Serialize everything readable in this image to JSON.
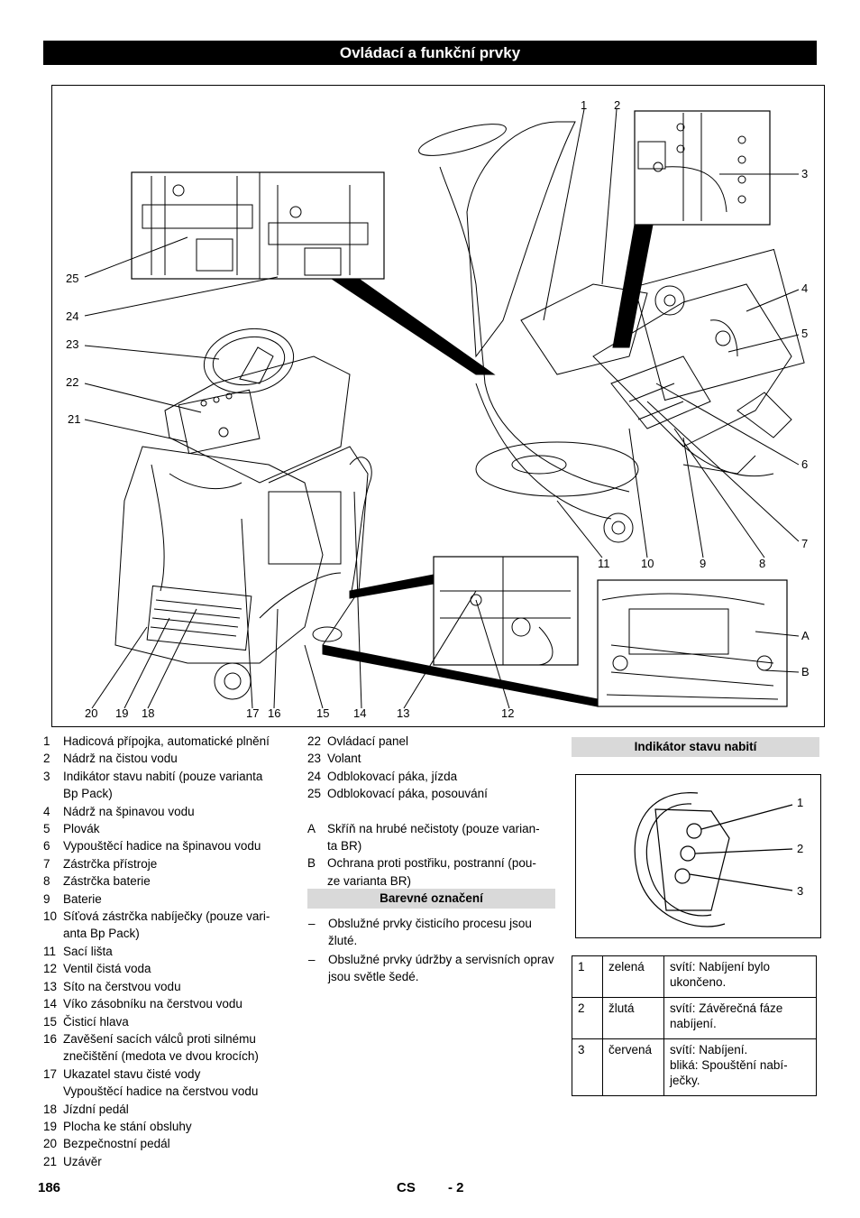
{
  "page": {
    "title": "Ovládací a funkční prvky",
    "page_number": "186",
    "language": "CS",
    "section_suffix": "- 2"
  },
  "figure": {
    "callouts_top": [
      "1",
      "2"
    ],
    "callouts_right": [
      "3",
      "4",
      "5",
      "6",
      "7"
    ],
    "callouts_left": [
      "25",
      "24",
      "23",
      "22",
      "21"
    ],
    "callouts_mid_row": [
      "11",
      "10",
      "9",
      "8"
    ],
    "callouts_ab": [
      "A",
      "B"
    ],
    "callouts_bottom": [
      "20",
      "19",
      "18",
      "17",
      "16",
      "15",
      "14",
      "13",
      "12"
    ]
  },
  "legend": {
    "items": [
      {
        "num": "1",
        "text": "Hadicová přípojka, automatické plnění"
      },
      {
        "num": "2",
        "text": "Nádrž na čistou vodu"
      },
      {
        "num": "3",
        "text": "Indikátor stavu nabití (pouze varianta",
        "cont": "Bp Pack)"
      },
      {
        "num": "4",
        "text": "Nádrž na špinavou vodu"
      },
      {
        "num": "5",
        "text": "Plovák"
      },
      {
        "num": "6",
        "text": "Vypouštěcí hadice na špinavou vodu"
      },
      {
        "num": "7",
        "text": "Zástrčka přístroje"
      },
      {
        "num": "8",
        "text": "Zástrčka baterie"
      },
      {
        "num": "9",
        "text": "Baterie"
      },
      {
        "num": "10",
        "text": "Síťová zástrčka nabíječky (pouze vari-",
        "cont": "anta Bp Pack)"
      },
      {
        "num": "11",
        "text": "Sací lišta"
      },
      {
        "num": "12",
        "text": "Ventil čistá voda"
      },
      {
        "num": "13",
        "text": "Síto na čerstvou vodu"
      },
      {
        "num": "14",
        "text": "Víko zásobníku na čerstvou vodu"
      },
      {
        "num": "15",
        "text": "Čisticí hlava"
      },
      {
        "num": "16",
        "text": "Zavěšení sacích válců proti silnému",
        "cont": "znečištění (medota ve dvou krocích)"
      },
      {
        "num": "17",
        "text": "Ukazatel stavu čisté vody",
        "cont": "Vypouštěcí hadice na čerstvou vodu"
      },
      {
        "num": "18",
        "text": "Jízdní pedál"
      },
      {
        "num": "19",
        "text": "Plocha ke stání obsluhy"
      },
      {
        "num": "20",
        "text": "Bezpečnostní pedál"
      },
      {
        "num": "21",
        "text": "Uzávěr"
      }
    ],
    "items2": [
      {
        "num": "22",
        "text": "Ovládací panel"
      },
      {
        "num": "23",
        "text": "Volant"
      },
      {
        "num": "24",
        "text": "Odblokovací páka, jízda"
      },
      {
        "num": "25",
        "text": "Odblokovací páka, posouvání"
      }
    ],
    "items_letters": [
      {
        "num": "A",
        "text": "Skříň na hrubé nečistoty (pouze varian-",
        "cont": "ta BR)"
      },
      {
        "num": "B",
        "text": "Ochrana proti postřiku, postranní (pou-",
        "cont": "ze varianta BR)"
      }
    ]
  },
  "color_coding": {
    "heading": "Barevné označení",
    "items": [
      {
        "dash": "–",
        "text": "Obslužné prvky čisticího procesu jsou žluté."
      },
      {
        "dash": "–",
        "text": "Obslužné prvky údržby a servisních oprav jsou světle šedé."
      }
    ]
  },
  "charge_indicator": {
    "heading": "Indikátor stavu nabití",
    "callouts": [
      "1",
      "2",
      "3"
    ],
    "rows": [
      {
        "num": "1",
        "color": "zelená",
        "desc": "svítí: Nabíjení bylo ukončeno."
      },
      {
        "num": "2",
        "color": "žlutá",
        "desc": "svítí: Závěrečná fáze nabíjení."
      },
      {
        "num": "3",
        "color": "červená",
        "desc": "svítí: Nabíjení.",
        "desc2": "bliká: Spouštění nabí-ječky."
      }
    ]
  }
}
